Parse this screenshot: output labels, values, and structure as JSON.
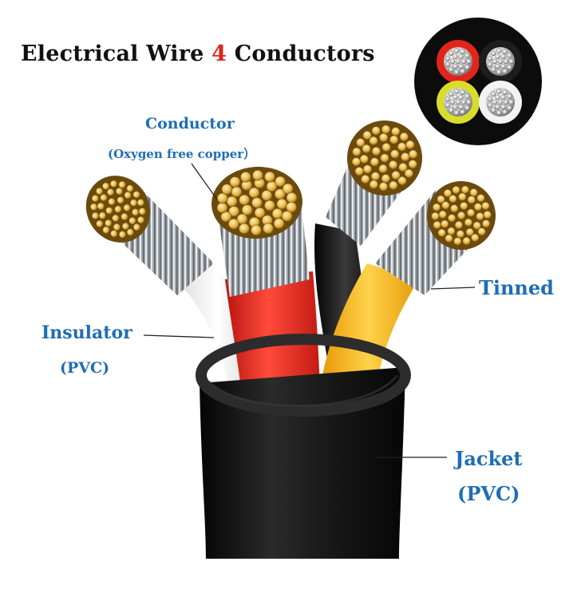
{
  "title": {
    "prefix": "Electrical Wire ",
    "number": "4",
    "suffix": " Conductors"
  },
  "labels": {
    "conductor": "Conductor",
    "conductor_sub": "(Oxygen free copper）",
    "tinned": "Tinned",
    "insulator": "Insulator",
    "insulator_sub": "(PVC)",
    "jacket": "Jacket",
    "jacket_sub": "(PVC)"
  },
  "colors": {
    "label_blue": "#1f6db5",
    "accent_red": "#e2231a",
    "jacket_black": "#121212",
    "wire_red": "#e52a22",
    "wire_yellow": "#f3b112",
    "wire_white": "#f4f4f4",
    "wire_black": "#161616",
    "copper_strand": "#e8b84a"
  }
}
